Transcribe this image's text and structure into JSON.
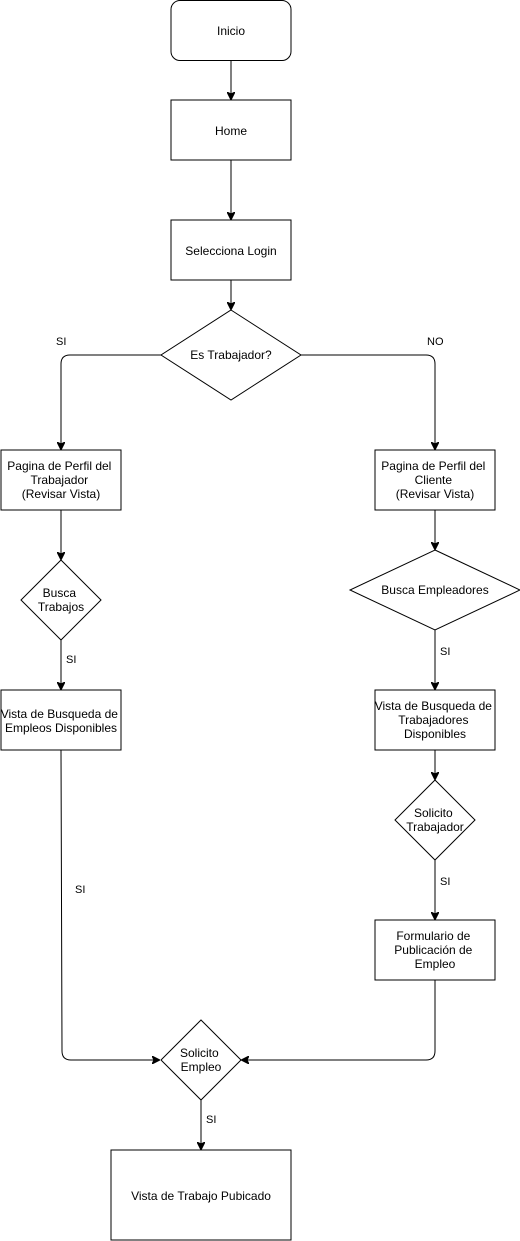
{
  "nodes": {
    "inicio": [
      "Inicio"
    ],
    "home": [
      "Home"
    ],
    "login": [
      "Selecciona Login"
    ],
    "es_trabajador": [
      "Es Trabajador?"
    ],
    "perfil_trabajador": [
      "Pagina de Perfil del",
      "Trabajador",
      "(Revisar Vista)"
    ],
    "perfil_cliente": [
      "Pagina de Perfil del",
      "Cliente",
      "(Revisar Vista)"
    ],
    "busca_trabajos": [
      "Busca",
      "Trabajos"
    ],
    "busca_empleadores": [
      "Busca Empleadores"
    ],
    "vista_empleos": [
      "Vista de Busqueda de",
      "Empleos Disponibles"
    ],
    "vista_trabajadores": [
      "Vista de Busqueda de",
      "Trabajadores",
      "Disponibles"
    ],
    "solicito_trabajador": [
      "Solicito",
      "Trabajador"
    ],
    "formulario": [
      "Formulario de",
      "Publicación de",
      "Empleo"
    ],
    "solicito_empleo": [
      "Solicito",
      "Empleo"
    ],
    "vista_trabajo": [
      "Vista de Trabajo Pubicado"
    ]
  },
  "edge_labels": {
    "si_left": "SI",
    "no_right": "NO",
    "si_busca_trabajos": "SI",
    "si_vista_empleos": "SI",
    "si_busca_empleadores": "SI",
    "si_solicito_trabajador": "SI",
    "si_solicito_empleo": "SI"
  }
}
